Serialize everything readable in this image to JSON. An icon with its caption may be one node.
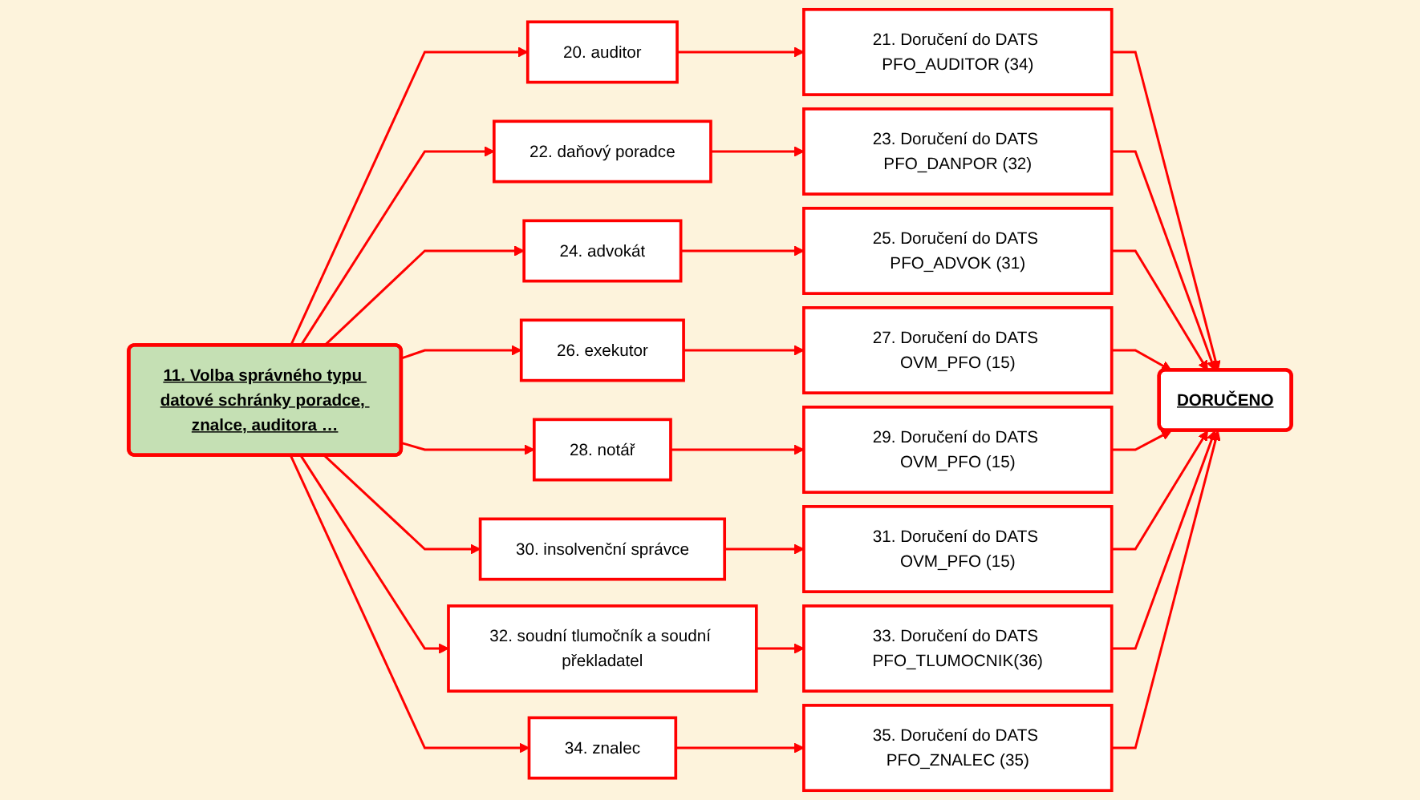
{
  "diagram": {
    "nodes": [
      {
        "text": [
          "11. Volba správného typu datové schránky poradce, znalce, auditora …"
        ]
      },
      {
        "text": [
          "20. auditor"
        ]
      },
      {
        "text": [
          "21. Doručení do DATS PFO_AUDITOR (34)"
        ]
      },
      {
        "text": [
          "22. daňový poradce"
        ]
      },
      {
        "text": [
          "23. Doručení do DATS PFO_DANPOR (32)"
        ]
      },
      {
        "text": [
          "24. advokát"
        ]
      },
      {
        "text": [
          "25. Doručení do DATS PFO_ADVOK (31)"
        ]
      },
      {
        "text": [
          "26. exekutor"
        ]
      },
      {
        "text": [
          "27. Doručení do DATS OVM_PFO (15)"
        ]
      },
      {
        "text": [
          "28. notář"
        ]
      },
      {
        "text": [
          "29. Doručení do DATS OVM_PFO (15)"
        ]
      },
      {
        "text": [
          "30. insolvenční správce"
        ]
      },
      {
        "text": [
          "31. Doručení do DATS OVM_PFO (15)"
        ]
      },
      {
        "text": [
          "32. soudní tlumočník a soudní překladatel"
        ]
      },
      {
        "text": [
          "33. Doručení do DATS PFO_TLUMOCNIK(36)"
        ]
      },
      {
        "text": [
          "34. znalec"
        ]
      },
      {
        "text": [
          "35. Doručení do DATS PFO_ZNALEC (35)"
        ]
      },
      {
        "text": [
          "DORUČENO"
        ]
      }
    ],
    "edges": [
      {
        "from": 0,
        "to": 1,
        "arrow": "to"
      },
      {
        "from": 1,
        "to": 2,
        "arrow": "to"
      },
      {
        "from": 2,
        "to": 17,
        "arrow": "to"
      },
      {
        "from": 0,
        "to": 3,
        "arrow": "to"
      },
      {
        "from": 3,
        "to": 4,
        "arrow": "to"
      },
      {
        "from": 4,
        "to": 17,
        "arrow": "to"
      },
      {
        "from": 0,
        "to": 5,
        "arrow": "to"
      },
      {
        "from": 5,
        "to": 6,
        "arrow": "to"
      },
      {
        "from": 6,
        "to": 17,
        "arrow": "to"
      },
      {
        "from": 0,
        "to": 7,
        "arrow": "to"
      },
      {
        "from": 7,
        "to": 8,
        "arrow": "to"
      },
      {
        "from": 8,
        "to": 17,
        "arrow": "to"
      },
      {
        "from": 0,
        "to": 9,
        "arrow": "to"
      },
      {
        "from": 9,
        "to": 10,
        "arrow": "to"
      },
      {
        "from": 10,
        "to": 17,
        "arrow": "to"
      },
      {
        "from": 0,
        "to": 11,
        "arrow": "to"
      },
      {
        "from": 11,
        "to": 12,
        "arrow": "to"
      },
      {
        "from": 12,
        "to": 17,
        "arrow": "to"
      },
      {
        "from": 0,
        "to": 13,
        "arrow": "to"
      },
      {
        "from": 13,
        "to": 14,
        "arrow": "to"
      },
      {
        "from": 14,
        "to": 17,
        "arrow": "to"
      },
      {
        "from": 0,
        "to": 15,
        "arrow": "to"
      },
      {
        "from": 15,
        "to": 16,
        "arrow": "to"
      },
      {
        "from": 16,
        "to": 17,
        "arrow": "to"
      }
    ]
  }
}
